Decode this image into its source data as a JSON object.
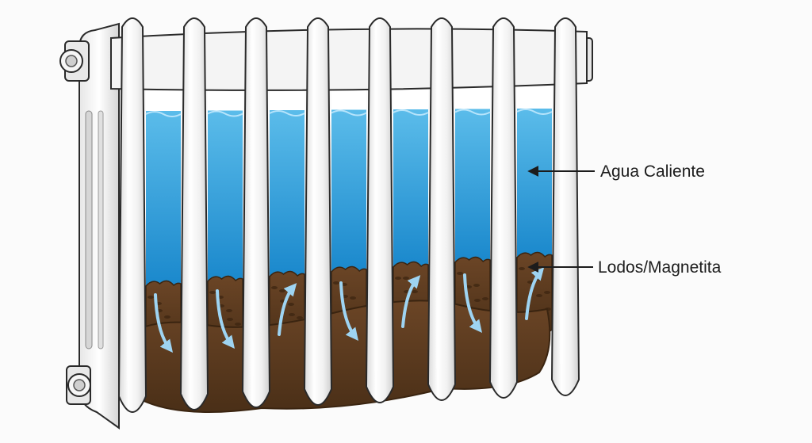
{
  "labels": {
    "hot_water": "Agua Caliente",
    "sludge": "Lodos/Magnetita"
  },
  "sludge_flow": [
    "down",
    "down",
    "up",
    "down",
    "up",
    "down",
    "up"
  ],
  "colors": {
    "water_top": "#5bbcea",
    "water_bottom": "#1a88cc",
    "sludge": "#5a3a1f",
    "sludge_dark": "#3a2410",
    "radiator_metal": "#f3f3f3",
    "outline": "#2a2a2a",
    "flow_arrow": "#9ed4f2"
  }
}
